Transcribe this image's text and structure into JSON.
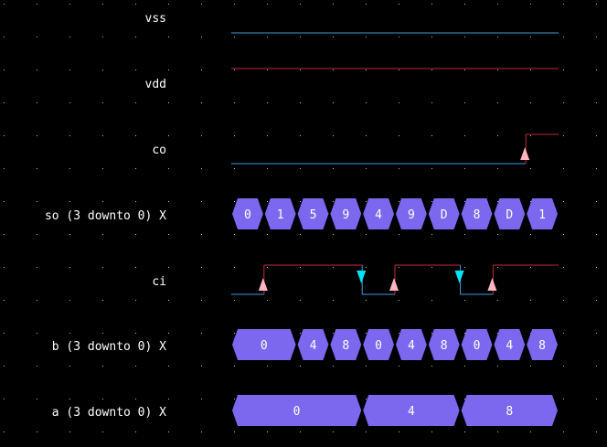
{
  "colors": {
    "background": "#000000",
    "grid_dot": "#bdbdbd",
    "label": "#ffffff",
    "low": "#3aa0e0",
    "high": "#c0283a",
    "bus_fill": "#7b68ee",
    "rise_arrow": "#ffb6c1",
    "fall_arrow": "#00e5ff"
  },
  "signals": [
    {
      "id": "vss",
      "label": "vss",
      "type": "constant",
      "level": 0
    },
    {
      "id": "vdd",
      "label": "vdd",
      "type": "constant",
      "level": 1
    },
    {
      "id": "co",
      "label": "co",
      "type": "bit",
      "segments": [
        {
          "level": 0,
          "slots": 9
        },
        {
          "level": 1,
          "slots": 1
        }
      ],
      "edges": [
        {
          "kind": "rise",
          "icon": "rise-arrow-icon"
        }
      ]
    },
    {
      "id": "so",
      "label": "so (3 downto 0) X",
      "type": "bus",
      "values": [
        "0",
        "1",
        "5",
        "9",
        "4",
        "9",
        "D",
        "8",
        "D",
        "1"
      ]
    },
    {
      "id": "ci",
      "label": "ci",
      "type": "bit",
      "segments": [
        {
          "level": 0,
          "slots": 1
        },
        {
          "level": 1,
          "slots": 3
        },
        {
          "level": 0,
          "slots": 1
        },
        {
          "level": 1,
          "slots": 2
        },
        {
          "level": 0,
          "slots": 1
        },
        {
          "level": 1,
          "slots": 2
        }
      ],
      "edges": [
        {
          "kind": "rise",
          "icon": "rise-arrow-icon"
        },
        {
          "kind": "fall",
          "icon": "fall-arrow-icon"
        },
        {
          "kind": "rise",
          "icon": "rise-arrow-icon"
        },
        {
          "kind": "fall",
          "icon": "fall-arrow-icon"
        },
        {
          "kind": "rise",
          "icon": "rise-arrow-icon"
        }
      ]
    },
    {
      "id": "b",
      "label": "b (3 downto 0) X",
      "type": "bus",
      "values": [
        {
          "v": "0",
          "slots": 2
        },
        {
          "v": "4",
          "slots": 1
        },
        {
          "v": "8",
          "slots": 1
        },
        {
          "v": "0",
          "slots": 1
        },
        {
          "v": "4",
          "slots": 1
        },
        {
          "v": "8",
          "slots": 1
        },
        {
          "v": "0",
          "slots": 1
        },
        {
          "v": "4",
          "slots": 1
        },
        {
          "v": "8",
          "slots": 1
        }
      ]
    },
    {
      "id": "a",
      "label": "a (3 downto 0) X",
      "type": "bus",
      "values": [
        {
          "v": "0",
          "slots": 4
        },
        {
          "v": "4",
          "slots": 3
        },
        {
          "v": "8",
          "slots": 3
        }
      ]
    }
  ]
}
